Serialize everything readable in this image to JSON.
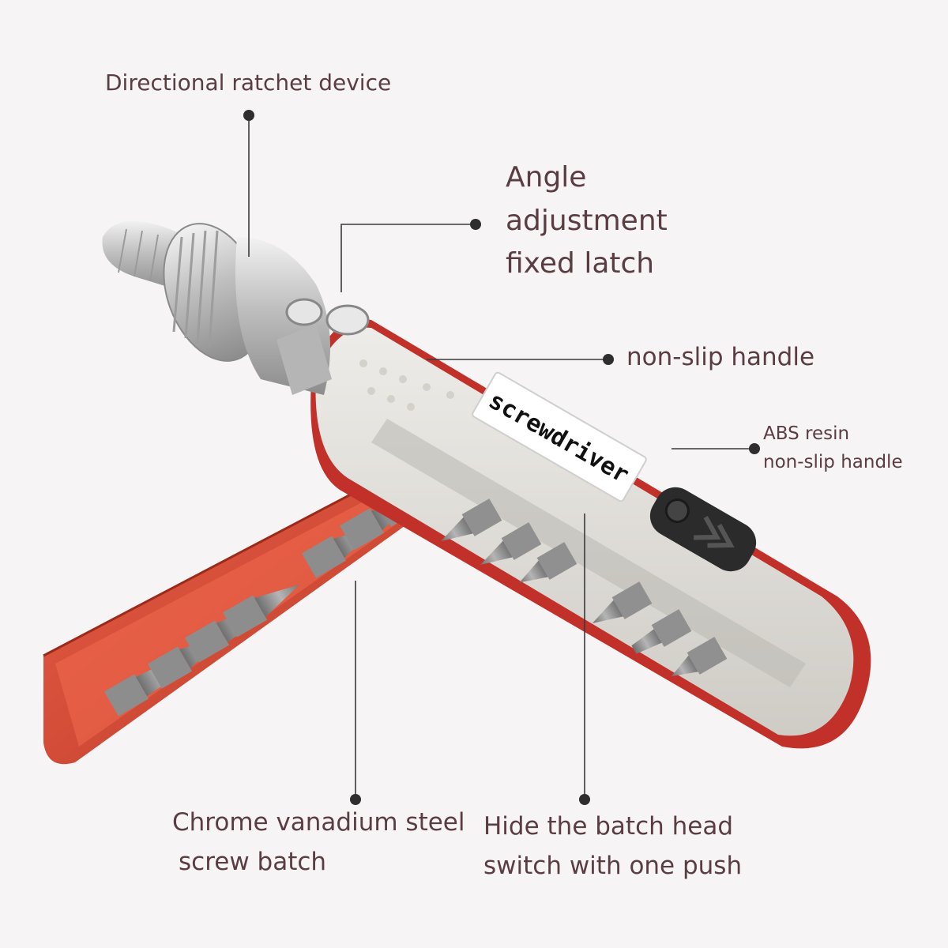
{
  "image": {
    "subject": "ratchet-screwdriver-with-bit-set",
    "brand_label": "screwdriver"
  },
  "callouts": {
    "ratchet": {
      "text": "Directional ratchet device"
    },
    "angle": {
      "lines": [
        "Angle",
        "adjustment",
        "fixed latch"
      ]
    },
    "handle": {
      "text": "non-slip handle"
    },
    "abs": {
      "lines": [
        "ABS resin",
        "non-slip handle"
      ]
    },
    "chrome": {
      "lines": [
        "Chrome vanadium steel",
        "screw batch"
      ]
    },
    "hide": {
      "lines": [
        "Hide the batch head",
        "switch with one push"
      ]
    }
  },
  "colors": {
    "background": "#f6f4f4",
    "callout_text": "#5a3d42",
    "leader_line": "#3a3a3a",
    "case_red": "#d9432d",
    "handle_grey": "#e2e0dc",
    "chrome_silver": "#c9c9c9",
    "bit_steel": "#8a8a8a"
  }
}
